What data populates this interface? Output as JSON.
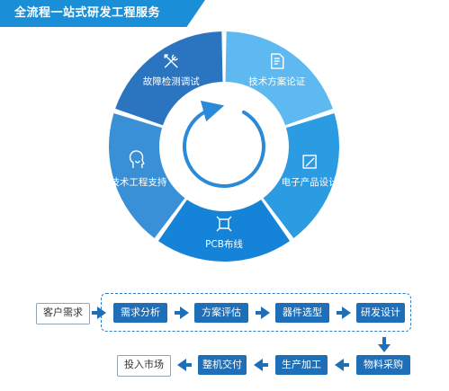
{
  "title": "全流程一站式研发工程服务",
  "cycle": {
    "segments": [
      {
        "label": "技术方案论证",
        "icon": "document-check-icon"
      },
      {
        "label": "电子产品设计",
        "icon": "edit-pen-icon"
      },
      {
        "label": "PCB布线",
        "icon": "circuit-nodes-icon"
      },
      {
        "label": "技术工程支持",
        "icon": "head-support-icon"
      },
      {
        "label": "故障检测调试",
        "icon": "tools-wrench-icon"
      }
    ],
    "colors": [
      "#5db9ef",
      "#2b9be2",
      "#1583d8",
      "#3a90d6",
      "#2a74c0"
    ]
  },
  "process": {
    "start": "客户需求",
    "row1": [
      "需求分析",
      "方案评估",
      "器件选型",
      "研发设计"
    ],
    "row2": [
      "物料采购",
      "生产加工",
      "整机交付"
    ],
    "end": "投入市场"
  }
}
